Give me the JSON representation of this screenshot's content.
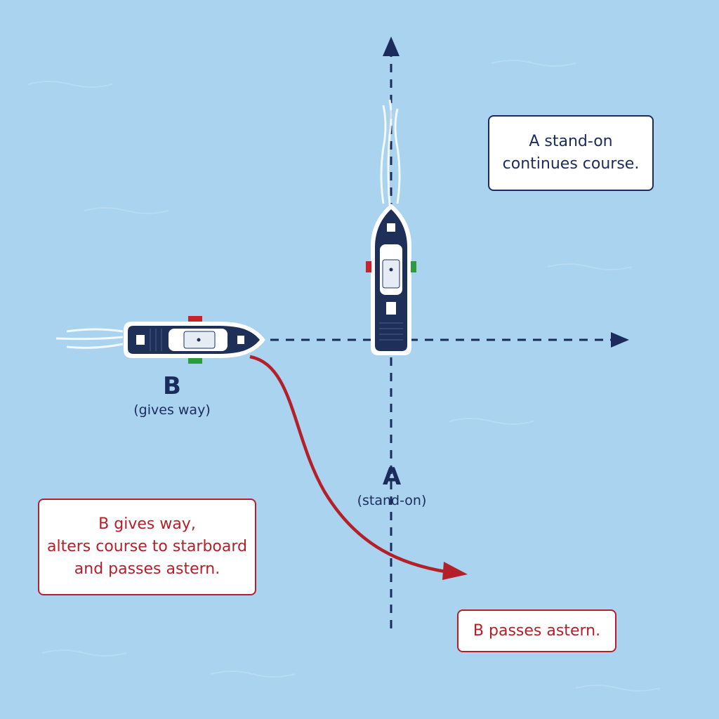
{
  "colors": {
    "water": "#a9d3ee",
    "navy": "#1b2c5c",
    "red": "#b3202a",
    "starboard_light": "#2e9b3e",
    "port_light": "#c8232b"
  },
  "vessel_a": {
    "letter": "A",
    "role": "(stand-on)"
  },
  "vessel_b": {
    "letter": "B",
    "role": "(gives way)"
  },
  "callouts": {
    "a_continues": [
      "A stand-on",
      "continues course."
    ],
    "b_gives_way": [
      "B gives way,",
      "alters course to starboard",
      "and passes astern."
    ],
    "b_passes": "B passes astern."
  }
}
